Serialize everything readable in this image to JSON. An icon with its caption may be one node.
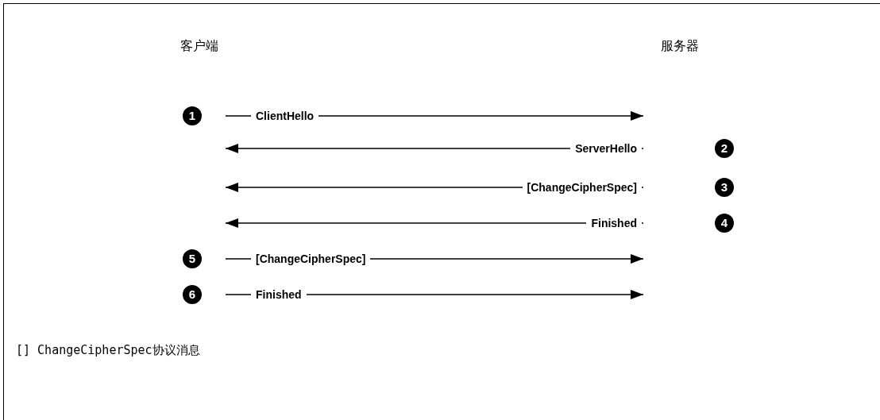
{
  "diagram": {
    "nodes": [
      {
        "text": [
          "客户端"
        ]
      },
      {
        "text": [
          "服务器"
        ]
      }
    ],
    "edges": [
      {
        "from": 0,
        "to": 1,
        "arrow": "to",
        "label": "ClientHello"
      },
      {
        "from": 1,
        "to": 0,
        "arrow": "to",
        "label": "ServerHello"
      },
      {
        "from": 1,
        "to": 0,
        "arrow": "to",
        "label": "[ChangeCipherSpec]"
      },
      {
        "from": 1,
        "to": 0,
        "arrow": "to",
        "label": "Finished"
      },
      {
        "from": 0,
        "to": 1,
        "arrow": "to",
        "label": "[ChangeCipherSpec]"
      },
      {
        "from": 0,
        "to": 1,
        "arrow": "to",
        "label": "Finished"
      }
    ],
    "labels": [
      "1",
      "2",
      "3",
      "4",
      "5",
      "6",
      "[] ChangeCipherSpec协议消息"
    ]
  }
}
